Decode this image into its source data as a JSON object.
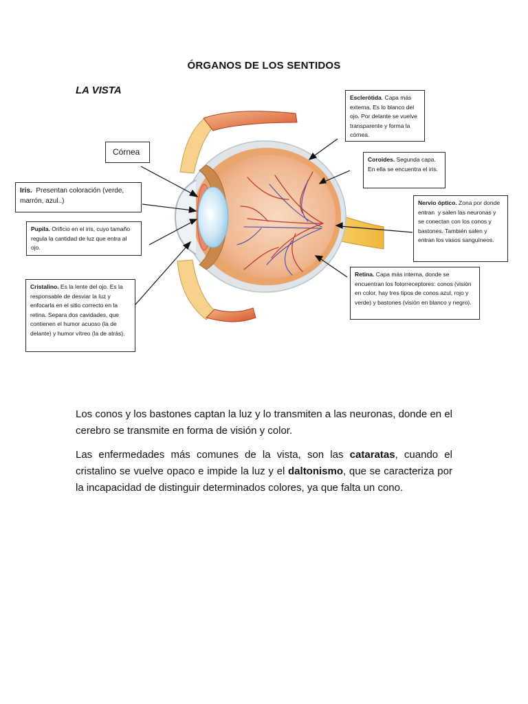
{
  "document": {
    "title": "ÓRGANOS DE LOS SENTIDOS",
    "section": "LA VISTA"
  },
  "labels": {
    "cornea": {
      "title": "Córnea",
      "text": ""
    },
    "iris": {
      "title": "Iris.",
      "text": "  Presentan coloración (verde, marrón, azul..)"
    },
    "pupila": {
      "title": "Pupila.",
      "text": " Orificio en el iris, cuyo tamaño regula la cantidad de luz que entra al ojo."
    },
    "cristalino": {
      "title": "Cristalino.",
      "text": " Es la lente del ojo. Es la responsable de desviar la luz y enfocarla en el sitio correcto en la retina. Separa dos cavidades, que contienen el humor acuoso (la de delante) y humor vítreo (la de atrás)."
    },
    "esclerotida": {
      "title": "Esclerótida",
      "text": ". Capa más externa. Es lo blanco del ojo. Por delante se vuelve transparente y forma la córnea."
    },
    "coroides": {
      "title": "Coroides.",
      "text": " Segunda capa. En ella se encuentra el iris."
    },
    "nervio": {
      "title": "Nervio óptico.",
      "text": " Zona por donde entran  y salen las neuronas y se conectan con los conos y bastones. También salen y entran los vasos sanguíneos."
    },
    "retina": {
      "title": "Retina.",
      "text": " Capa más interna, donde se encuentran los fotorreceptores: conos (visión en color, hay tres tipos de conos azul, rojo y verde) y bastones (visión en blanco y negro)."
    }
  },
  "body": {
    "p1": "Los conos y los bastones captan la luz y lo transmiten a las neuronas, donde en el cerebro se transmite en forma de visión y color.",
    "p2_a": "Las enfermedades más comunes de la vista, son las ",
    "p2_b": "cataratas",
    "p2_c": ", cuando el cristalino se vuelve opaco e impide la luz y el ",
    "p2_d": "daltonismo",
    "p2_e": ", que se caracteriza por la incapacidad de distinguir determinados colores, ya que falta un cono."
  },
  "colors": {
    "sclera": "#dfe4e8",
    "choroid": "#e8a46a",
    "retina": "#f2c1a0",
    "vessel": "#c0392b",
    "vein": "#4a4aa0",
    "lens": "#d6ecf8",
    "muscle": "#e06a44",
    "nerve": "#f4c542"
  }
}
